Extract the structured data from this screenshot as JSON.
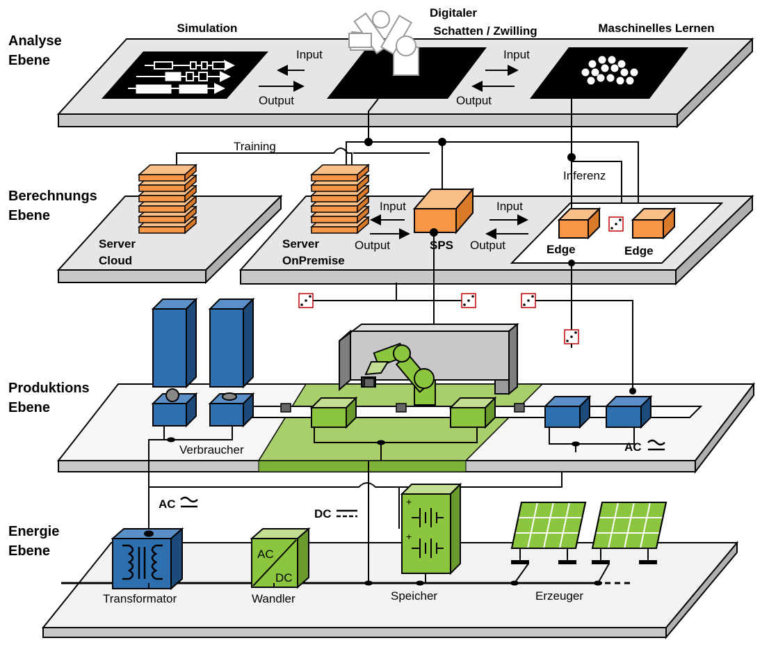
{
  "layers": {
    "analyse": {
      "line1": "Analyse",
      "line2": "Ebene"
    },
    "berechnung": {
      "line1": "Berechnungs",
      "line2": "Ebene"
    },
    "produktion": {
      "line1": "Produktions",
      "line2": "Ebene"
    },
    "energie": {
      "line1": "Energie",
      "line2": "Ebene"
    }
  },
  "analysis": {
    "simulation": "Simulation",
    "twin_line1": "Digitaler",
    "twin_line2": "Schatten / Zwilling",
    "ml": "Maschinelles Lernen",
    "input": "Input",
    "output": "Output"
  },
  "compute": {
    "training": "Training",
    "inferenz": "Inferenz",
    "cloud_line1": "Server",
    "cloud_line2": "Cloud",
    "onprem_line1": "Server",
    "onprem_line2": "OnPremise",
    "sps": "SPS",
    "edge": "Edge",
    "input": "Input",
    "output": "Output"
  },
  "production": {
    "verbraucher": "Verbraucher",
    "ac": "AC"
  },
  "energy": {
    "ac": "AC",
    "dc": "DC",
    "transformator": "Transformator",
    "wandler": "Wandler",
    "wandler_ac": "AC",
    "wandler_dc": "DC",
    "speicher": "Speicher",
    "erzeuger": "Erzeuger"
  },
  "colors": {
    "orange": "#f79646",
    "orange_light": "#fbbf8a",
    "blue": "#2e6fb0",
    "blue_dark": "#1c4a7a",
    "green": "#8cc63f",
    "green_light": "#c3dd93",
    "platform": "#e0e0e0",
    "black": "#000000"
  }
}
